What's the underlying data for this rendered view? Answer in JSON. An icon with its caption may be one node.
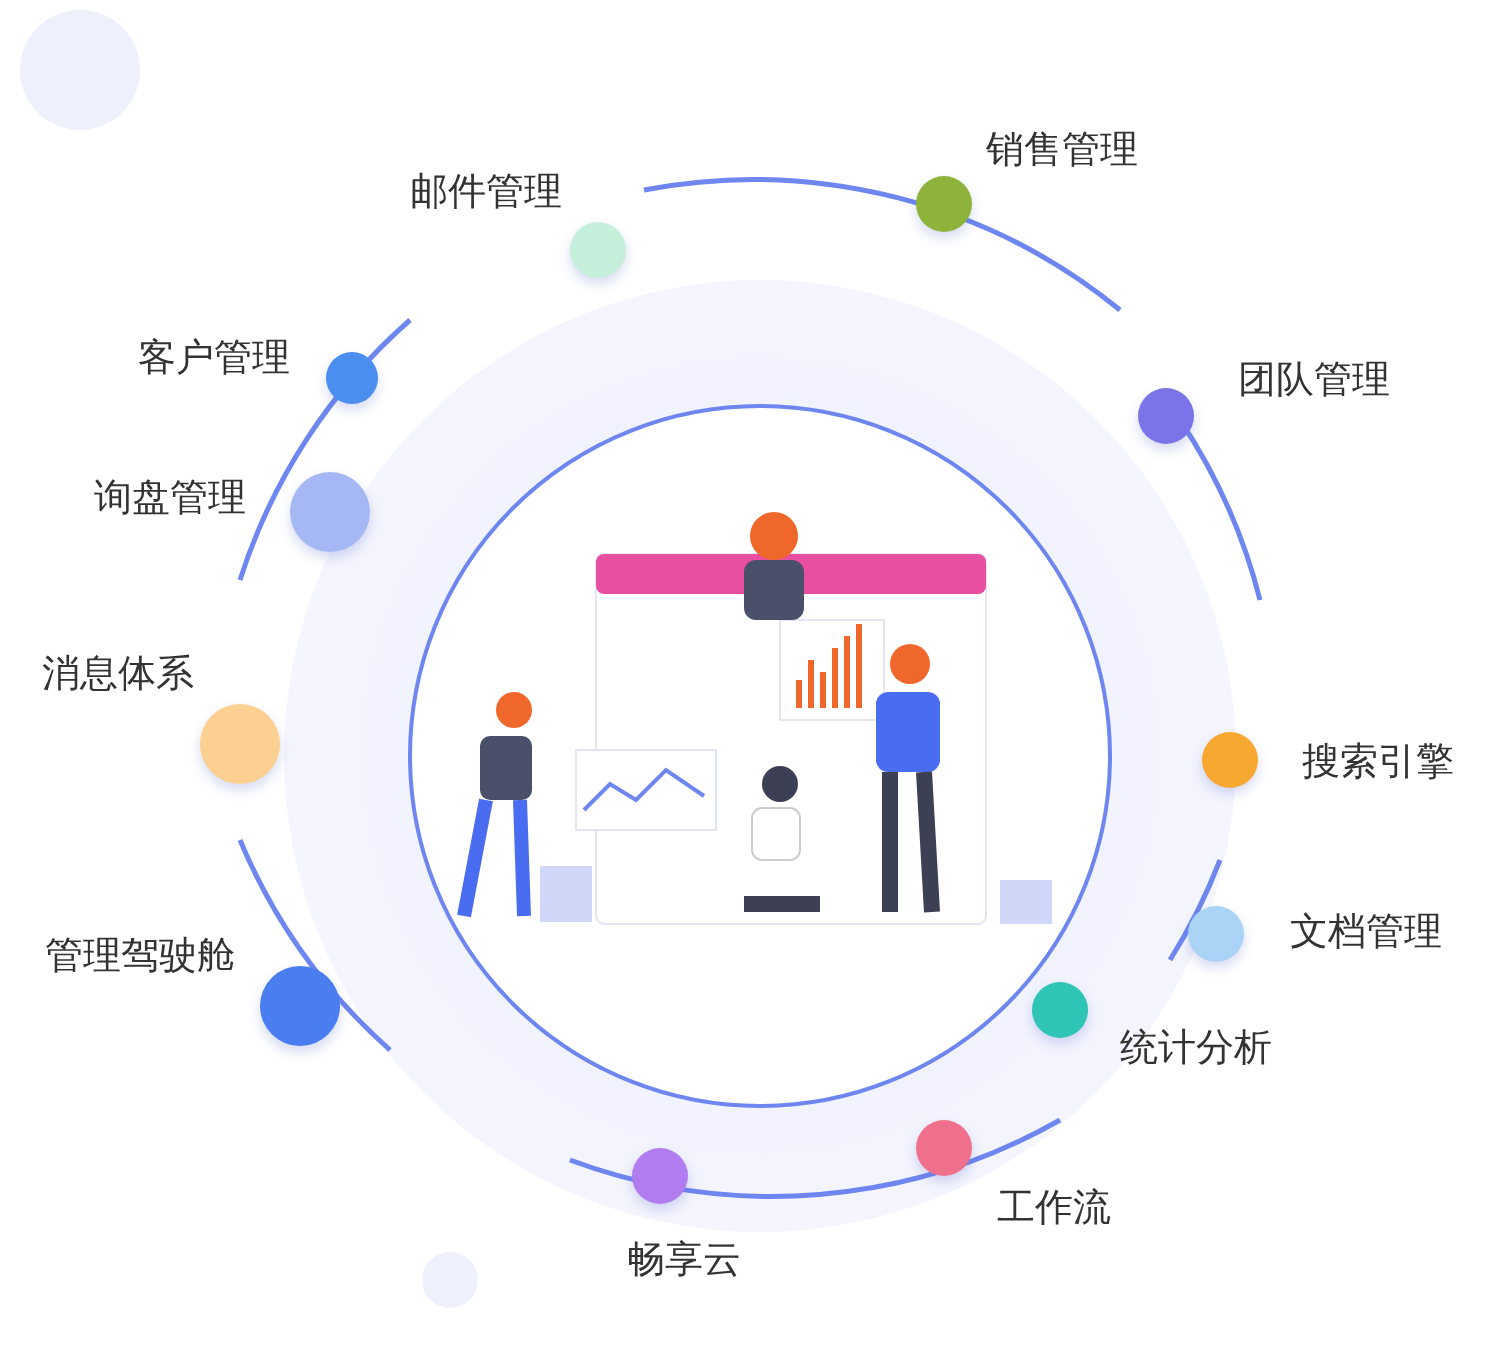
{
  "diagram": {
    "nodes": [
      {
        "text": [
          "销售管理"
        ]
      },
      {
        "text": [
          "邮件管理"
        ]
      },
      {
        "text": [
          "客户管理"
        ]
      },
      {
        "text": [
          "团队管理"
        ]
      },
      {
        "text": [
          "询盘管理"
        ]
      },
      {
        "text": [
          "消息体系"
        ]
      },
      {
        "text": [
          "搜索引擎"
        ]
      },
      {
        "text": [
          "文档管理"
        ]
      },
      {
        "text": [
          "管理驾驶舱"
        ]
      },
      {
        "text": [
          "统计分析"
        ]
      },
      {
        "text": [
          "工作流"
        ]
      },
      {
        "text": [
          "畅享云"
        ]
      }
    ]
  }
}
